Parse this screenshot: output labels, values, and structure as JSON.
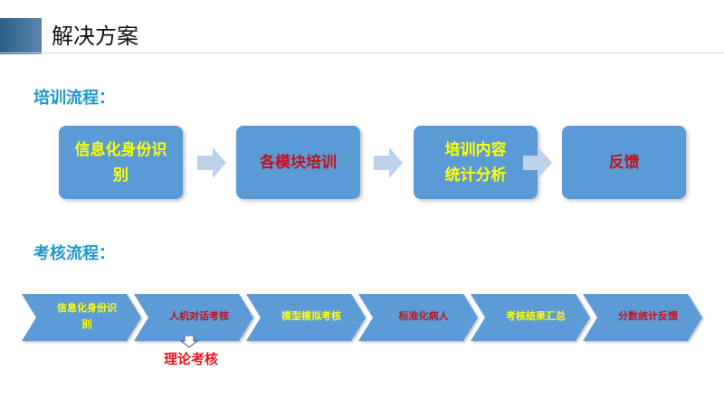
{
  "header": {
    "title": "解决方案",
    "accent_color": "#2b5f86"
  },
  "training": {
    "title": "培训流程：",
    "steps": [
      {
        "lines": [
          "信息化身份识",
          "别"
        ],
        "color": "#ffff00"
      },
      {
        "lines": [
          "各模块培训"
        ],
        "color": "#c0141c"
      },
      {
        "lines": [
          "培训内容",
          "统计分析"
        ],
        "color": "#ffff00"
      },
      {
        "lines": [
          "反馈"
        ],
        "color": "#c0141c"
      }
    ],
    "arrow_icon": "right-arrow-icon"
  },
  "exam": {
    "title": "考核流程：",
    "steps": [
      {
        "lines": [
          "信息化身份识",
          "别"
        ],
        "color": "#ffff00"
      },
      {
        "lines": [
          "人机对话考核"
        ],
        "color": "#c0141c"
      },
      {
        "lines": [
          "模型模拟考核"
        ],
        "color": "#ffff00"
      },
      {
        "lines": [
          "标准化病人"
        ],
        "color": "#c0141c"
      },
      {
        "lines": [
          "考核结果汇总"
        ],
        "color": "#ffff00"
      },
      {
        "lines": [
          "分数统计反馈"
        ],
        "color": "#c0141c"
      }
    ],
    "sub_step": "理论考核",
    "sub_step_icon": "down-arrow-icon"
  },
  "colors": {
    "box_fill": "#5b9bd5",
    "section_title": "#1b9acb",
    "highlight_red": "#e8141c"
  }
}
